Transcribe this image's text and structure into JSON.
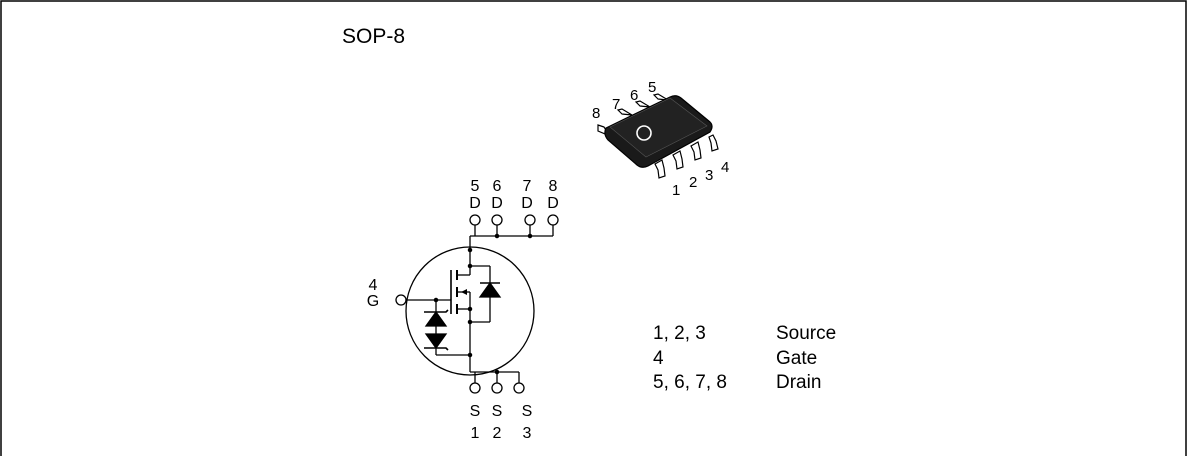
{
  "package": "SOP-8",
  "schematic": {
    "drain_pins": [
      {
        "number": "5",
        "name": "D"
      },
      {
        "number": "6",
        "name": "D"
      },
      {
        "number": "7",
        "name": "D"
      },
      {
        "number": "8",
        "name": "D"
      }
    ],
    "gate_pin": {
      "number": "4",
      "name": "G"
    },
    "source_pins": [
      {
        "number": "1",
        "name": "S"
      },
      {
        "number": "2",
        "name": "S"
      },
      {
        "number": "3",
        "name": "S"
      }
    ]
  },
  "package_pins": {
    "top": [
      "8",
      "7",
      "6",
      "5"
    ],
    "bottom": [
      "1",
      "2",
      "3",
      "4"
    ]
  },
  "pin_assignment": [
    {
      "pins": "1, 2, 3",
      "function": "Source"
    },
    {
      "pins": "4",
      "function": "Gate"
    },
    {
      "pins": "5, 6, 7, 8",
      "function": "Drain"
    }
  ]
}
